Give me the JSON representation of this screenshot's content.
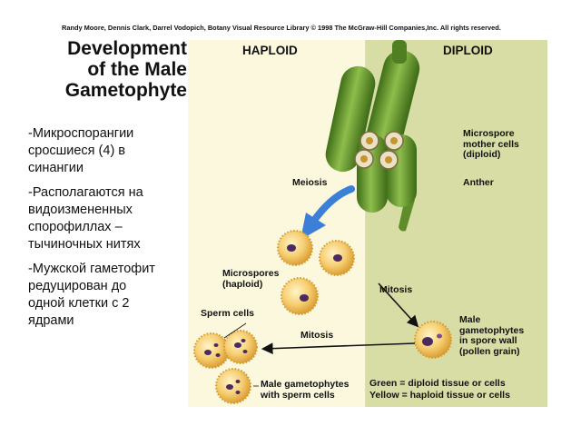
{
  "credit": "Randy Moore, Dennis Clark, Darrel Vodopich, Botany Visual Resource Library © 1998 The McGraw-Hill Companies,Inc. All rights reserved.",
  "title": [
    "Development",
    "of the Male",
    "Gametophyte"
  ],
  "bullets": [
    [
      "-Микроспорангии",
      "сросшиеся (4) в",
      "синангии"
    ],
    [
      "-Располагаются на",
      "видоизмененных",
      "спорофиллах –",
      "тычиночных нитях"
    ],
    [
      "-Мужской гаметофит",
      "редуцирован до",
      "одной клетки с 2",
      "ядрами"
    ]
  ],
  "diagram": {
    "haploid_header": "HAPLOID",
    "diploid_header": "DIPLOID",
    "microspore_mother_cells": [
      "Microspore",
      "mother cells",
      "(diploid)"
    ],
    "anther": "Anther",
    "meiosis": "Meiosis",
    "microspores": [
      "Microspores",
      "(haploid)"
    ],
    "mitosis_right": "Mitosis",
    "sperm_cells": "Sperm cells",
    "mitosis_bottom": "Mitosis",
    "male_gametophytes_spore_wall": [
      "Male",
      "gametophytes",
      "in spore wall",
      "(pollen grain)"
    ],
    "male_gametophytes_sperm": [
      "Male gametophytes",
      "with sperm cells"
    ],
    "legend": [
      "Green = diploid tissue or cells",
      "Yellow = haploid tissue or cells"
    ]
  },
  "colors": {
    "haploid_background": "#fbf8de",
    "diploid_background": "#d8dda6",
    "anther_green": "#5f8f2a",
    "haploid_cell_yellow": "#f4c55f",
    "nucleus_purple": "#4b2a5e",
    "meiosis_arrow_blue": "#3b7fd6"
  }
}
